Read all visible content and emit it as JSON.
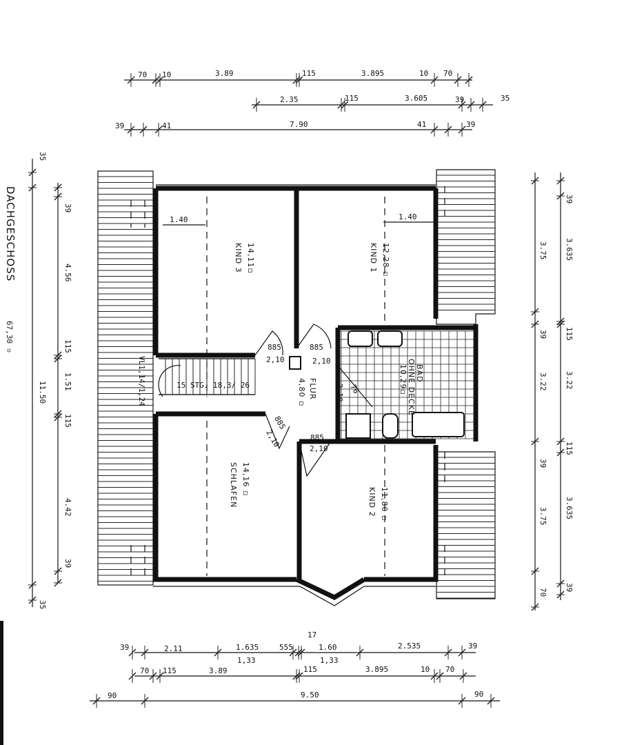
{
  "title": "DACHGESCHOSS",
  "area_total": "67,30 ▫",
  "rooms": {
    "kind3": {
      "name": "KIND 3",
      "area": "14,11▫"
    },
    "kind1": {
      "name": "KIND 1",
      "area": "12,28 ▫"
    },
    "schlafen": {
      "name": "SCHLAFEN",
      "area": "14,16 ▫"
    },
    "kind2": {
      "name": "KIND 2",
      "area": "11,80 ▫"
    },
    "flur": {
      "name": "FLUR",
      "area": "4,80 ▫"
    },
    "bad": {
      "name": "BAD",
      "note": "OHNE DECKE",
      "area": "10,29▫"
    }
  },
  "stair": {
    "label": "15 STG. 18,3/ 26",
    "vl": "VL1,14/1,24"
  },
  "doors": {
    "d1": "885",
    "d1h": "2,10",
    "d2": "885",
    "d2h": "2,10",
    "d3": "885",
    "d3h": "2,10",
    "d4": "885",
    "d4h": "2,10",
    "bath_w": "76",
    "bath_h": "2,10"
  },
  "window_labels": {
    "kind3": "1.40",
    "kind1": "1.40"
  },
  "top_dims": {
    "row1": [
      "70",
      "10",
      "3.89",
      "115",
      "3.895",
      "10",
      "70"
    ],
    "row2": [
      "2.35",
      "115",
      "3.605",
      "39",
      "35"
    ],
    "row3": [
      "39",
      "41",
      "7.90",
      "41",
      "39"
    ]
  },
  "bottom_dims": {
    "row1": [
      "39",
      "2.11",
      "1.635",
      "555",
      "17",
      "1.60",
      "2.535",
      "39"
    ],
    "row1_sub": [
      "1,33",
      "1,33"
    ],
    "row2": [
      "70",
      "115",
      "3.89",
      "115",
      "3.895",
      "10",
      "70"
    ],
    "row3": [
      "90",
      "9.50",
      "90"
    ]
  },
  "left_dims": {
    "outer": [
      "35",
      "11.50",
      "35"
    ],
    "inner": [
      "39",
      "4.56",
      "115",
      "1.51",
      "115",
      "4.42",
      "39"
    ]
  },
  "right_dims": {
    "inner": [
      "3.75",
      "39",
      "3.22",
      "39",
      "3.75",
      "70"
    ],
    "outer": [
      "39",
      "3.635",
      "115",
      "3.22",
      "115",
      "3.635",
      "39"
    ]
  }
}
